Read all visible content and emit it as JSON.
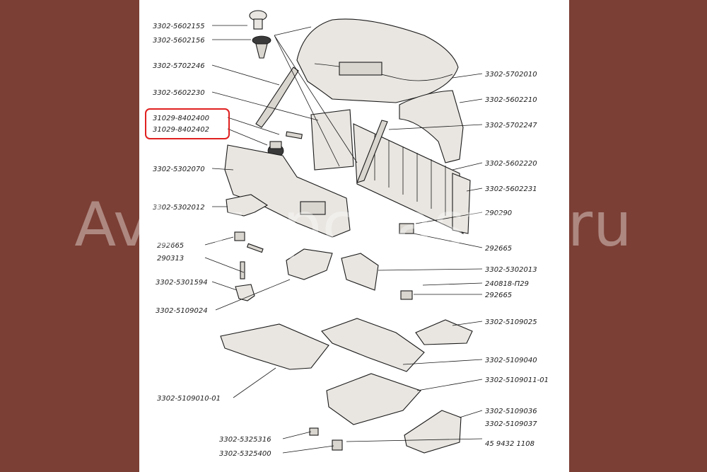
{
  "watermark": "Avtozapchasti9.ru",
  "highlight_color": "#e02020",
  "background_color": "#7b3f35",
  "labels": {
    "l1": "3302-5602155",
    "l2": "3302-5602156",
    "l3": "3302-5702246",
    "l4": "3302-5602230",
    "l5": "31029-8402400",
    "l6": "31029-8402402",
    "l7": "3302-5302070",
    "l8": "3302-5302012",
    "l9": "292665",
    "l10": "290313",
    "l11": "3302-5301594",
    "l12": "3302-5109024",
    "l13": "3302-5109010-01",
    "l14": "3302-5325316",
    "l15": "3302-5325400",
    "r1": "3302-5702010",
    "r2": "3302-5602210",
    "r3": "3302-5702247",
    "r4": "3302-5602220",
    "r5": "3302-5602231",
    "r6": "290290",
    "r7": "292665",
    "r8": "3302-5302013",
    "r9": "240818-П29",
    "r10": "292665",
    "r11": "3302-5109025",
    "r12": "3302-5109040",
    "r13": "3302-5109011-01",
    "r14": "3302-5109036",
    "r15": "3302-5109037",
    "r16": "45 9432 1108"
  }
}
